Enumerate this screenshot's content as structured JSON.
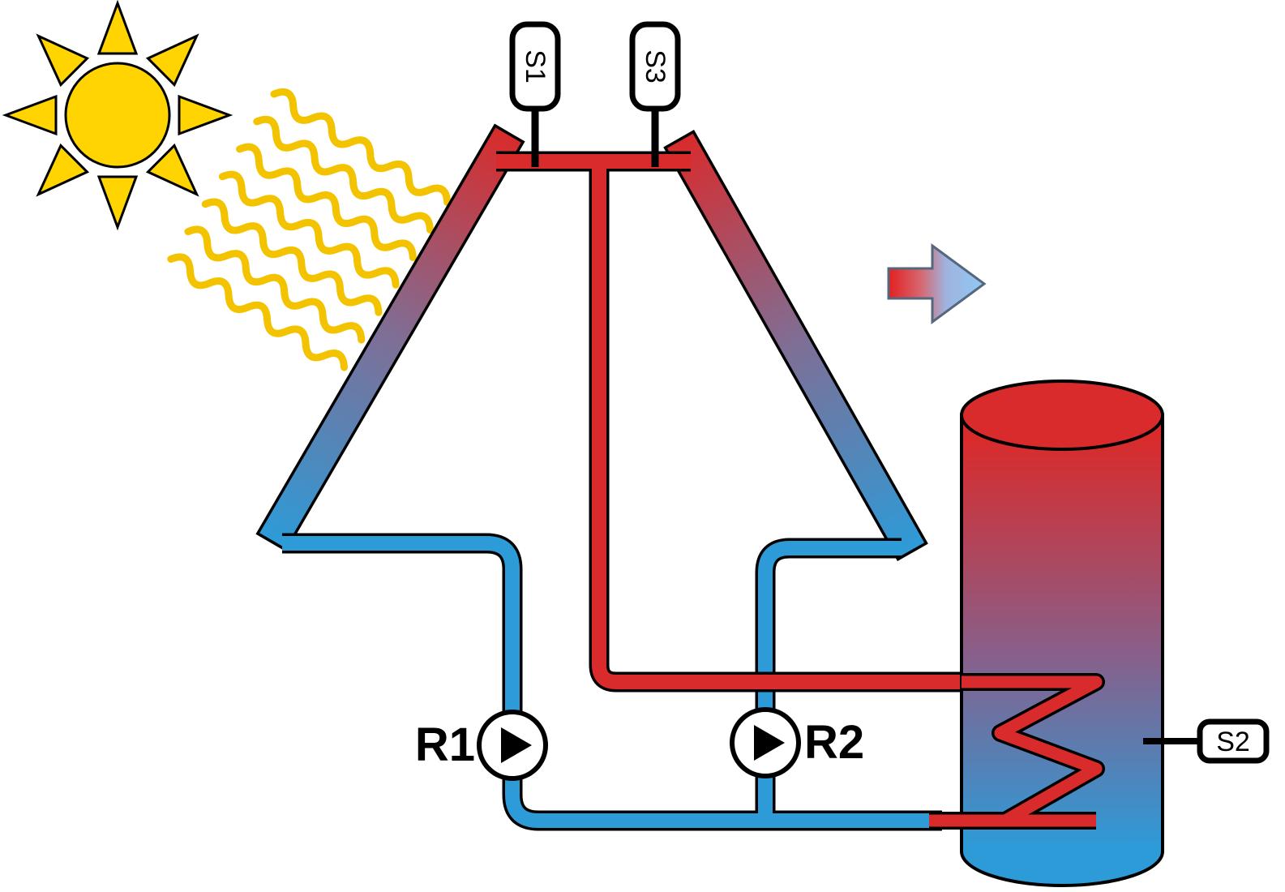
{
  "labels": {
    "sensor_s1": "S1",
    "sensor_s3": "S3",
    "sensor_s2": "S2",
    "pump_r1": "R1",
    "pump_r2": "R2"
  },
  "colors": {
    "sun": "#FFD400",
    "sun_rays": "#F3C300",
    "hot": "#D92B2B",
    "cold": "#2D9BD8",
    "gradient_mid": "#7E6F96",
    "tank_mid": "#8A5E88",
    "arrow_red": "#E32020",
    "arrow_mid_warm": "#D56A74",
    "arrow_mid_cool": "#9FB3DF",
    "arrow_blue": "#8FC9F2",
    "outline": "#000000",
    "pump_fill": "#FFFFFF"
  }
}
